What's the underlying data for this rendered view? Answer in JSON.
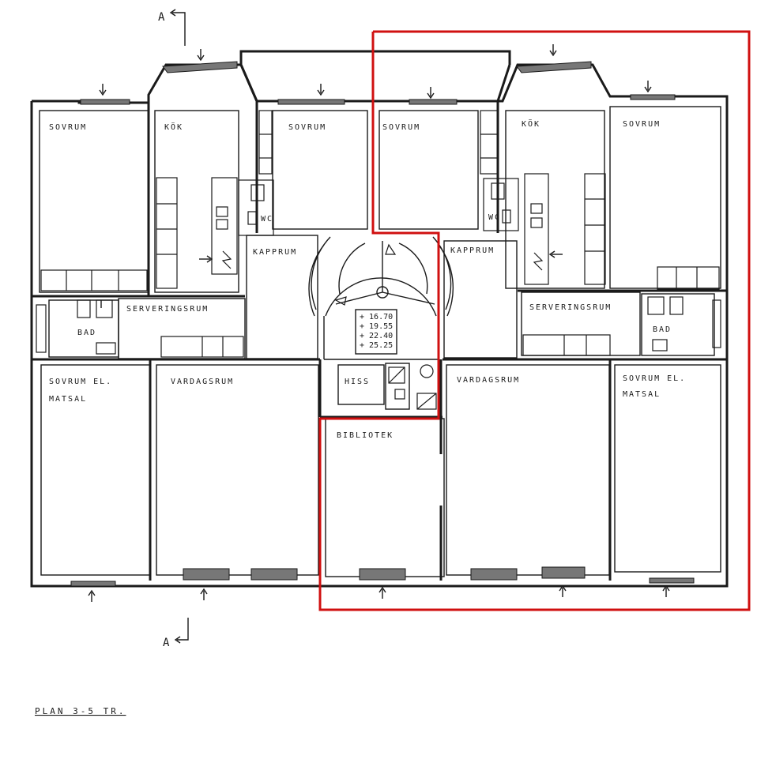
{
  "colors": {
    "ink": "#1a1a1a",
    "highlight": "#d01010",
    "background": "#ffffff"
  },
  "section_marks": {
    "top": "A",
    "bottom": "A"
  },
  "rooms": {
    "soverum_tl": "SOVRUM",
    "kok_left": "KÖK",
    "soverum_tc": "SOVRUM",
    "soverum_mid": "SOVRUM",
    "kok_right": "KÖK",
    "soverum_tr": "SOVRUM",
    "wc_left": "WC",
    "wc_right": "WC",
    "kappum_left": "KAPPRUM",
    "kappum_right": "KAPPRUM",
    "bad_left": "BAD",
    "bad_right": "BAD",
    "serveringsrum_left": "SERVERINGSRUM",
    "serveringsrum_right": "SERVERINGSRUM",
    "sovrum_el_matsal_left_1": "SOVRUM EL.",
    "sovrum_el_matsal_left_2": "MATSAL",
    "vardagsrum_left": "VARDAGSRUM",
    "hiss": "HISS",
    "vardagsrum_right": "VARDAGSRUM",
    "sovrum_el_matsal_right_1": "SOVRUM EL.",
    "sovrum_el_matsal_right_2": "MATSAL",
    "bibliotek": "BIBLIOTEK"
  },
  "stair_levels": [
    "+ 16.70",
    "+ 19.55",
    "+ 22.40",
    "+ 25.25"
  ],
  "caption": "PLAN 3-5 TR."
}
